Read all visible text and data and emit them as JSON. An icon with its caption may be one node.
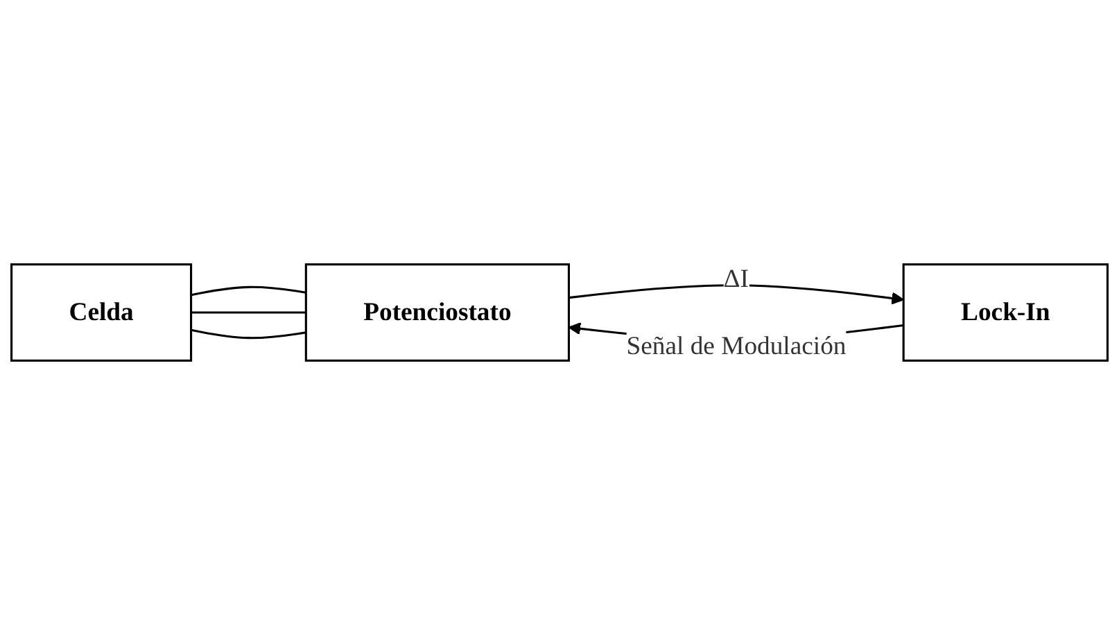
{
  "diagram": {
    "nodes": [
      {
        "text": [
          "Potenciostato"
        ]
      },
      {
        "text": [
          "Celda"
        ]
      },
      {
        "text": [
          "Lock-In"
        ]
      }
    ],
    "edges": [
      {
        "from": 1,
        "to": 0,
        "arrow": "none"
      },
      {
        "from": 1,
        "to": 0,
        "arrow": "none"
      },
      {
        "from": 1,
        "to": 0,
        "arrow": "none"
      },
      {
        "from": 0,
        "to": 2,
        "label": "ΔI",
        "arrow": "to"
      },
      {
        "from": 2,
        "to": 0,
        "label": "Señal de Modulación",
        "arrow": "to"
      }
    ]
  }
}
